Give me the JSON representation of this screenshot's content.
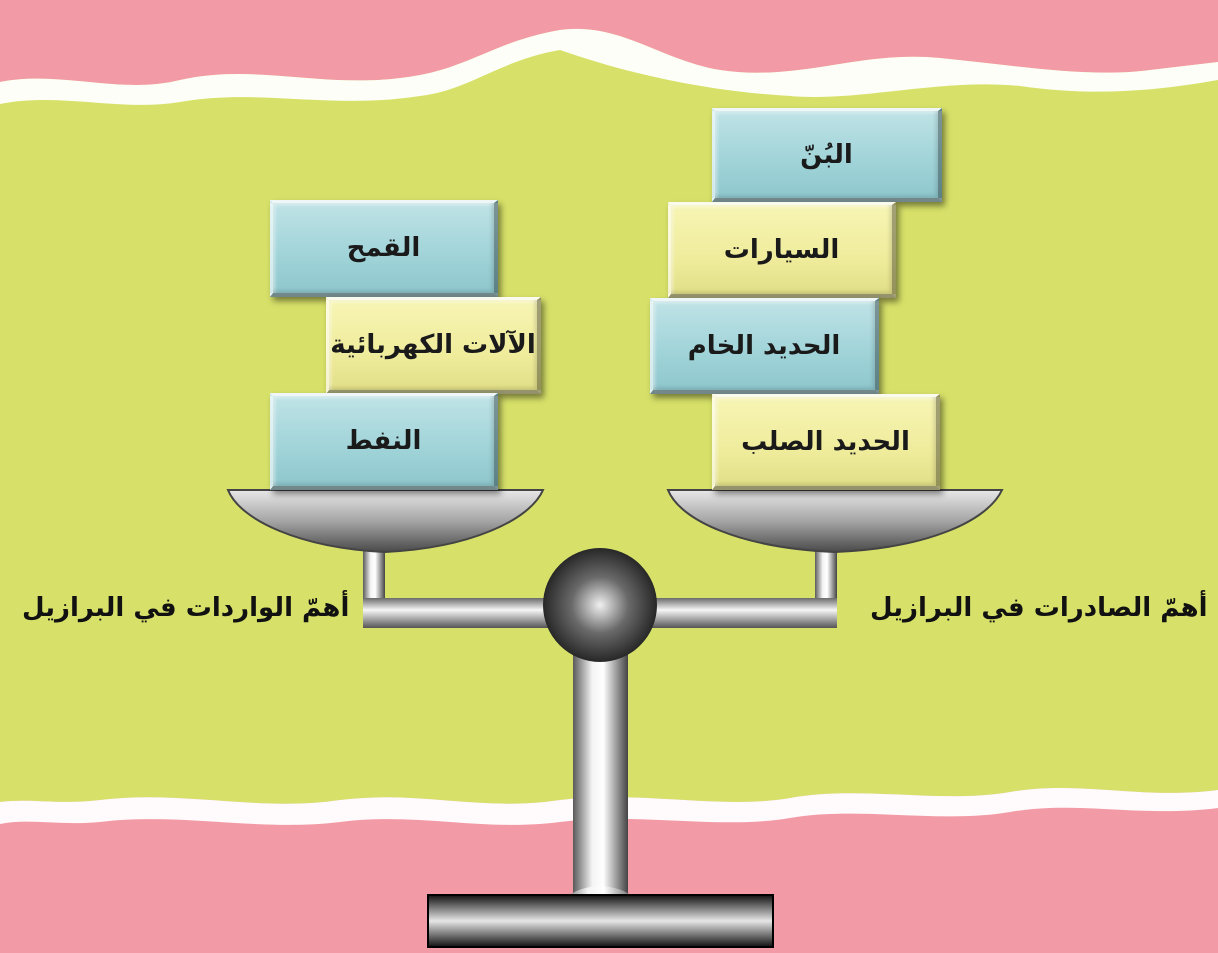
{
  "left_pan": {
    "caption": "أهمّ الواردات في البرازيل",
    "items": [
      {
        "label": "القمح",
        "color": "blue"
      },
      {
        "label": "الآلات الكهربائية",
        "color": "yellow"
      },
      {
        "label": "النفط",
        "color": "blue"
      }
    ]
  },
  "right_pan": {
    "caption": "أهمّ الصادرات في البرازيل",
    "items": [
      {
        "label": "البُنّ",
        "color": "blue"
      },
      {
        "label": "السيارات",
        "color": "yellow"
      },
      {
        "label": "الحديد الخام",
        "color": "blue"
      },
      {
        "label": "الحديد الصلب",
        "color": "yellow"
      }
    ]
  },
  "colors": {
    "paper_pink": "#f29aa6",
    "panel_green": "#d7e169",
    "block_blue": "#a9d8dc",
    "block_yellow": "#f2ef9f"
  }
}
